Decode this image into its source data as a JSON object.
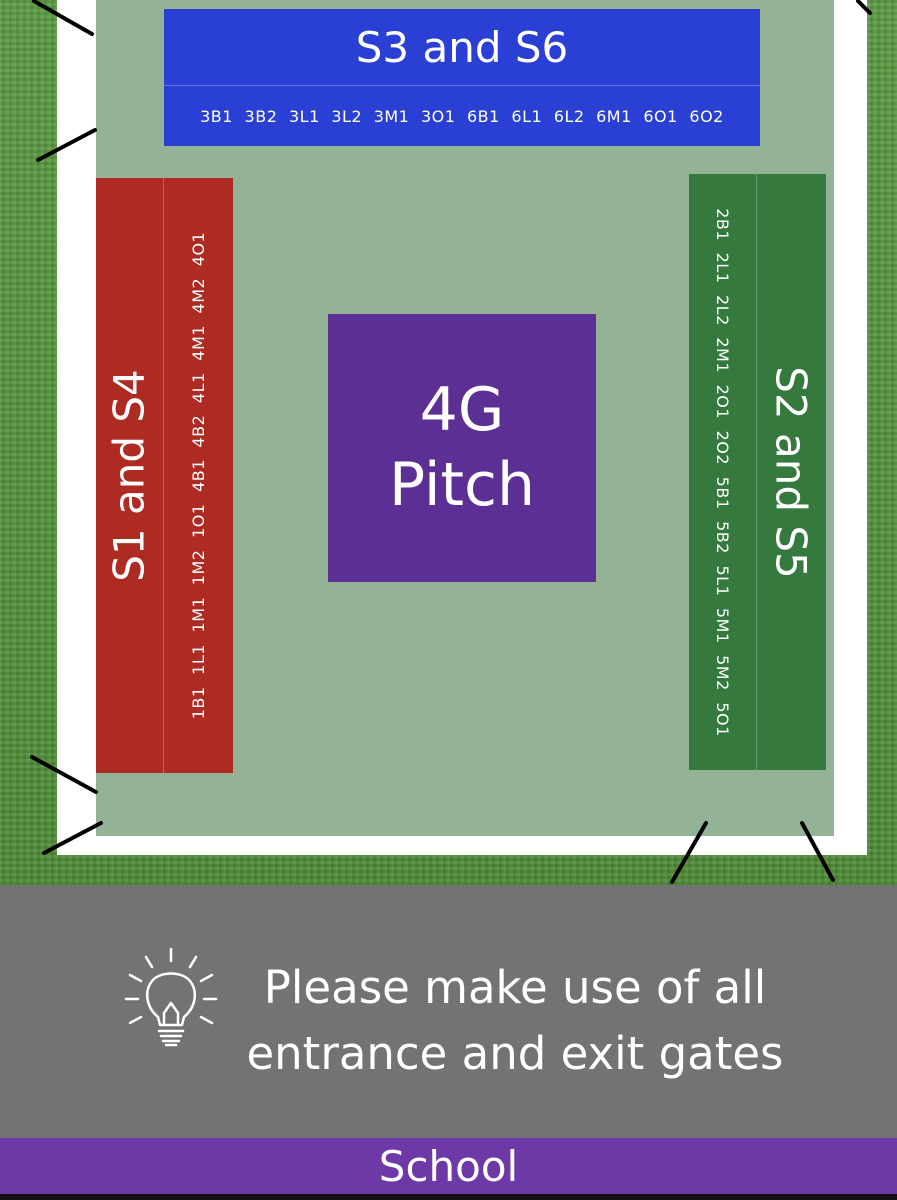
{
  "zones": {
    "top": {
      "title": "S3 and S6",
      "classes": "3B1 3B2 3L1 3L2 3M1 3O1 6B1 6L1 6L2 6M1 6O1 6O2",
      "color": "#2a40d4"
    },
    "left": {
      "title": "S1 and S4",
      "classes": "1B1 1L1 1M1 1M2 1O1 4B1 4B2 4L1 4M1 4M2 4O1",
      "color": "#ae2b24"
    },
    "right": {
      "title": "S2 and S5",
      "classes": "2B1 2L1 2L2 2M1 2O1 2O2 5B1 5B2 5L1 5M1 5M2 5O1",
      "color": "#36793f"
    }
  },
  "pitch": {
    "line1": "4G",
    "line2": "Pitch",
    "color": "#5b2f93"
  },
  "banner": {
    "icon": "lightbulb-icon",
    "line1": "Please make use of all",
    "line2": "entrance and exit gates"
  },
  "footer": {
    "label": "School",
    "color": "#6d39a6"
  },
  "colors": {
    "yard": "#94b396",
    "grass": "#4f8a3a",
    "banner": "#737373"
  }
}
